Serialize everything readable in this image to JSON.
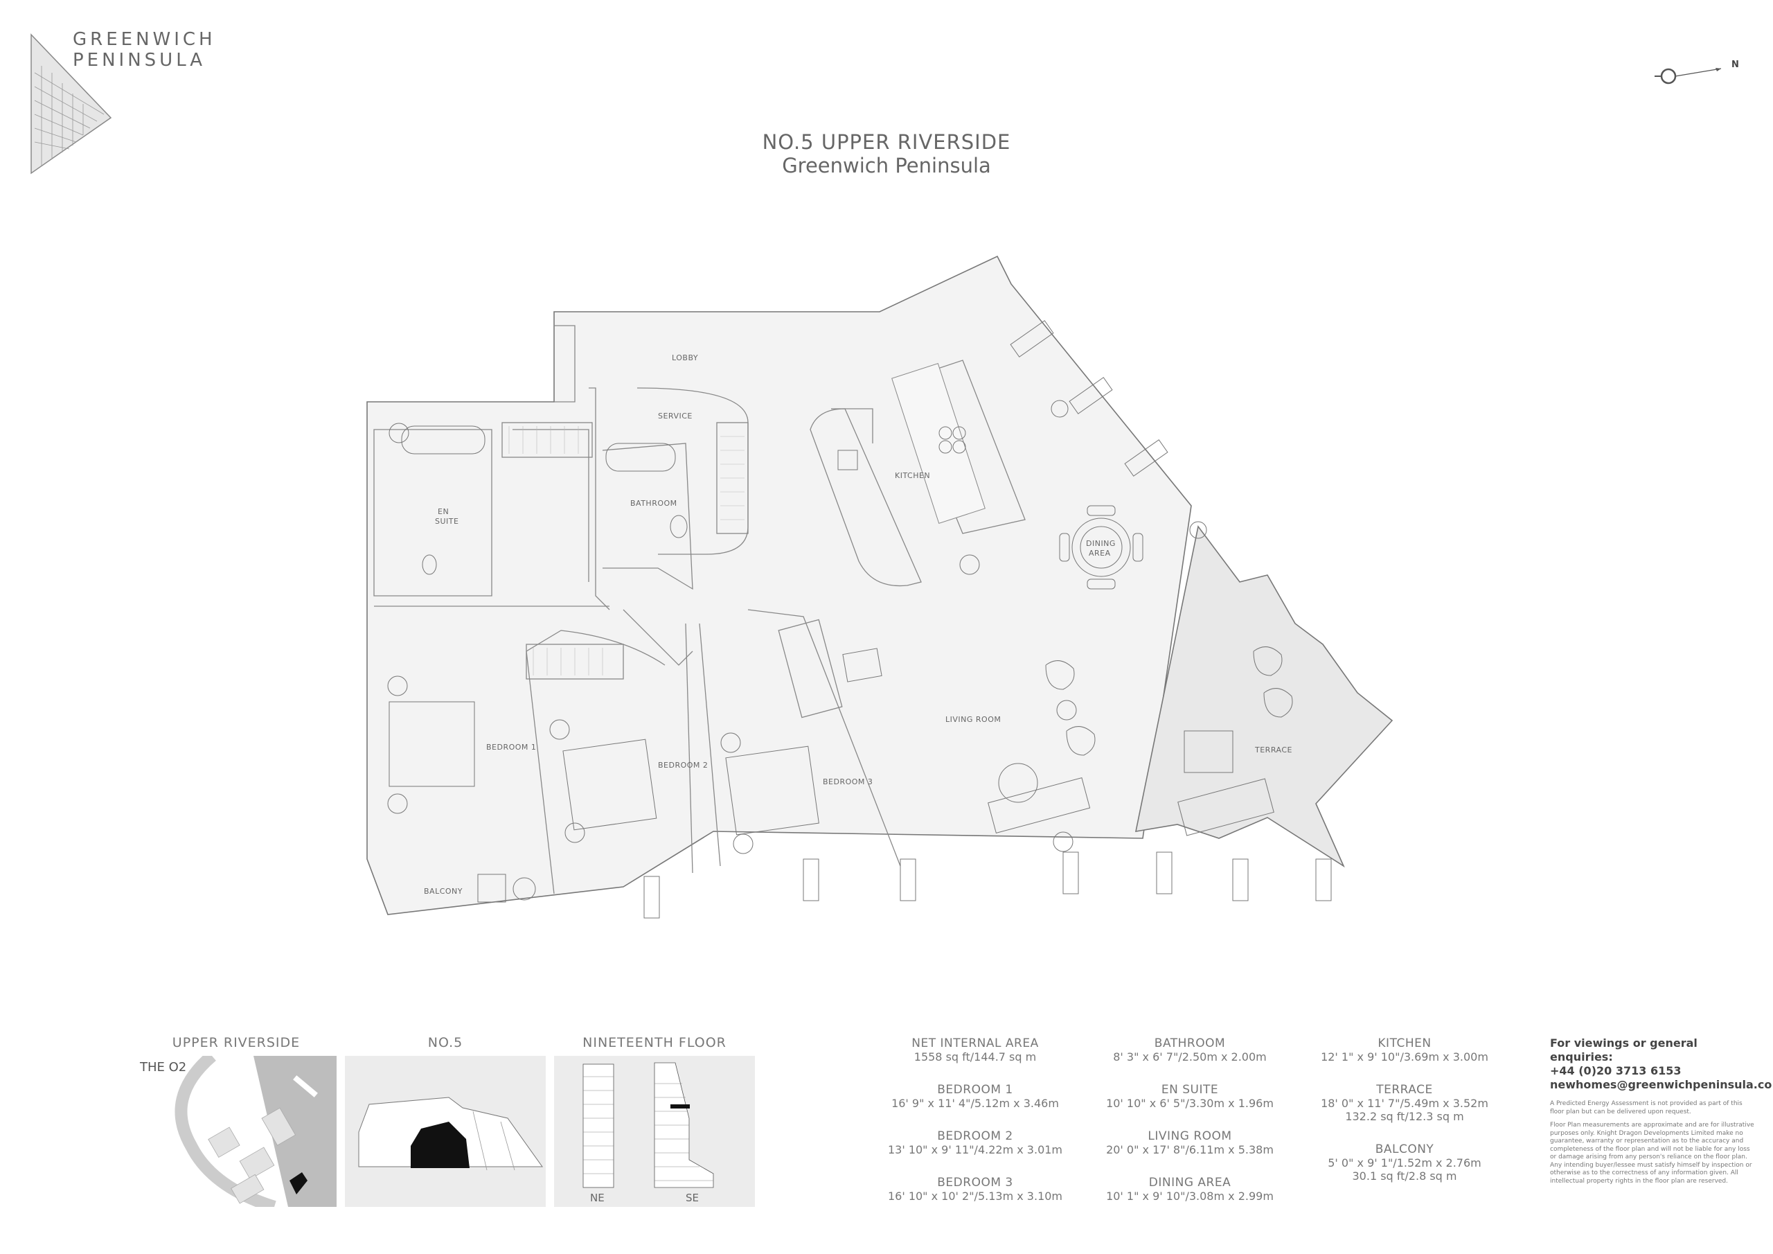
{
  "brand": {
    "line1": "GREENWICH",
    "line2": "PENINSULA"
  },
  "compass": {
    "label": "N"
  },
  "header": {
    "title": "NO.5 UPPER RIVERSIDE",
    "subtitle": "Greenwich Peninsula"
  },
  "rooms": {
    "lobby": "LOBBY",
    "service": "SERVICE",
    "bathroom": "BATHROOM",
    "ensuite_line1": "EN",
    "ensuite_line2": "SUITE",
    "kitchen": "KITCHEN",
    "dining_line1": "DINING",
    "dining_line2": "AREA",
    "living": "LIVING ROOM",
    "bedroom1": "BEDROOM 1",
    "bedroom2": "BEDROOM 2",
    "bedroom3": "BEDROOM 3",
    "terrace": "TERRACE",
    "balcony": "BALCONY"
  },
  "thumbnails": [
    {
      "title": "UPPER RIVERSIDE",
      "inner_label": "THE O2"
    },
    {
      "title": "NO.5"
    },
    {
      "title": "NINETEENTH FLOOR",
      "labels": [
        "NE",
        "SE"
      ]
    }
  ],
  "specs": {
    "col1": [
      {
        "name": "NET INTERNAL AREA",
        "value": "1558 sq ft/144.7 sq m"
      },
      {
        "name": "BEDROOM 1",
        "value": "16' 9\" x 11' 4\"/5.12m x 3.46m"
      },
      {
        "name": "BEDROOM 2",
        "value": "13' 10\" x 9' 11\"/4.22m x 3.01m"
      },
      {
        "name": "BEDROOM 3",
        "value": "16' 10\" x 10' 2\"/5.13m x 3.10m"
      }
    ],
    "col2": [
      {
        "name": "BATHROOM",
        "value": "8' 3\" x 6' 7\"/2.50m x 2.00m"
      },
      {
        "name": "EN SUITE",
        "value": "10' 10\" x 6' 5\"/3.30m x 1.96m"
      },
      {
        "name": "LIVING ROOM",
        "value": "20' 0\" x 17' 8\"/6.11m x 5.38m"
      },
      {
        "name": "DINING AREA",
        "value": "10' 1\" x 9' 10\"/3.08m x 2.99m"
      }
    ],
    "col3": [
      {
        "name": "KITCHEN",
        "value": "12' 1\" x 9' 10\"/3.69m x 3.00m"
      },
      {
        "name": "TERRACE",
        "value": "18' 0\" x 11' 7\"/5.49m x 3.52m",
        "value2": "132.2 sq ft/12.3 sq m"
      },
      {
        "name": "BALCONY",
        "value": "5' 0\" x 9' 1\"/1.52m x 2.76m",
        "value2": "30.1 sq ft/2.8 sq m"
      }
    ]
  },
  "contact": {
    "heading": "For viewings or general enquiries:",
    "phone": "+44 (0)20 3713 6153",
    "email": "newhomes@greenwichpeninsula.co.uk"
  },
  "disclaimer": {
    "p1": "A Predicted Energy Assessment is not provided as part of this floor plan but can be delivered upon request.",
    "p2": "Floor Plan measurements are approximate and are for illustrative purposes only. Knight Dragon Developments Limited make no guarantee, warranty or representation as to the accuracy and completeness of the floor plan and will not be liable for any loss or damage arising from any person's reliance on the floor plan. Any intending buyer/lessee must satisfy himself by inspection or otherwise as to the correctness of any information given. All intellectual property rights in the floor plan are reserved."
  }
}
